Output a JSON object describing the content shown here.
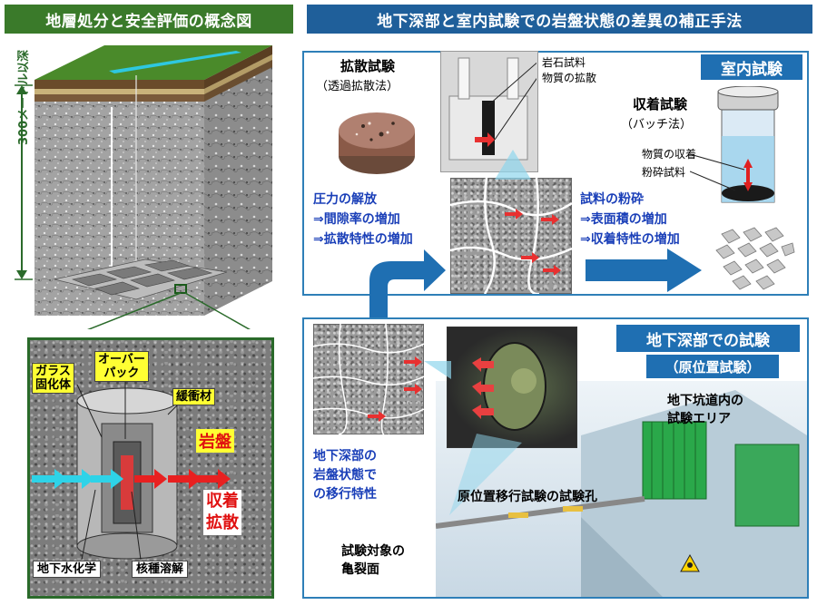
{
  "left": {
    "header": "地層処分と安全評価の概念図",
    "depth_label": "300メートル以深",
    "inset_labels": {
      "glass": "ガラス\n固化体",
      "overpack": "オーバー\nパック",
      "buffer": "緩衝材",
      "rock": "岩盤",
      "sorption_diffusion": "収着\n拡散",
      "groundwater": "地下水化学",
      "nuclide": "核種溶解"
    }
  },
  "right": {
    "header": "地下深部と室内試験での岩盤状態の差異の補正手法",
    "lab_badge": "室内試験",
    "diffusion_test": "拡散試験",
    "diffusion_method": "（透過拡散法）",
    "cell_label_rock": "岩石試料",
    "cell_label_diffusion": "物質の拡散",
    "sorption_test": "収着試験",
    "sorption_method": "（バッチ法）",
    "vial_label_sorb": "物質の収着",
    "vial_label_crushed": "粉砕試料",
    "pressure_lines": [
      "圧力の解放",
      "⇒間隙率の増加",
      "⇒拡散特性の増加"
    ],
    "crush_lines": [
      "試料の粉砕",
      "⇒表面積の増加",
      "⇒収着特性の増加"
    ],
    "deep_badge_1": "地下深部での試験",
    "deep_badge_2": "（原位置試験）",
    "tunnel_label": "地下坑道内の\n試験エリア",
    "migration_lines": [
      "地下深部の",
      "岩盤状態で",
      "の移行特性"
    ],
    "borehole_label": "原位置移行試験の試験孔",
    "fracture_label": "試験対象の\n亀裂面"
  }
}
